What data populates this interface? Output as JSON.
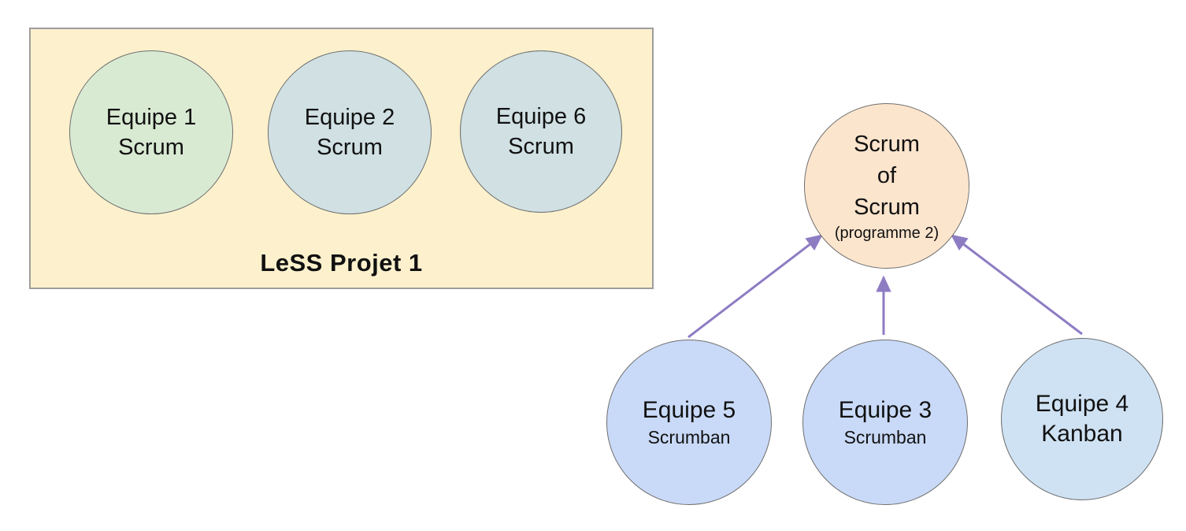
{
  "diagram": {
    "canvas_bg": "#ffffff",
    "text_color": "#111111",
    "less_box": {
      "title": "LeSS Projet 1",
      "fill": "#fcf1cc",
      "border_color": "#9e9e9e",
      "teams": [
        {
          "name": "Equipe 1",
          "method": "Scrum",
          "fill": "#d9ead3"
        },
        {
          "name": "Equipe 2",
          "method": "Scrum",
          "fill": "#d0e0e3"
        },
        {
          "name": "Equipe 6",
          "method": "Scrum",
          "fill": "#d0e0e3"
        }
      ]
    },
    "scrum_of_scrum": {
      "lines": [
        "Scrum",
        "of",
        "Scrum"
      ],
      "subtitle": "(programme 2)",
      "fill": "#fce5cd"
    },
    "feeder_teams": [
      {
        "name": "Equipe 5",
        "method": "Scrumban",
        "fill": "#c9daf8"
      },
      {
        "name": "Equipe 3",
        "method": "Scrumban",
        "fill": "#c9daf8"
      },
      {
        "name": "Equipe 4",
        "method": "Kanban",
        "fill": "#cfe2f3"
      }
    ],
    "arrow_color": "#8e7cc3",
    "node_border_color": "#6f6f6f"
  }
}
